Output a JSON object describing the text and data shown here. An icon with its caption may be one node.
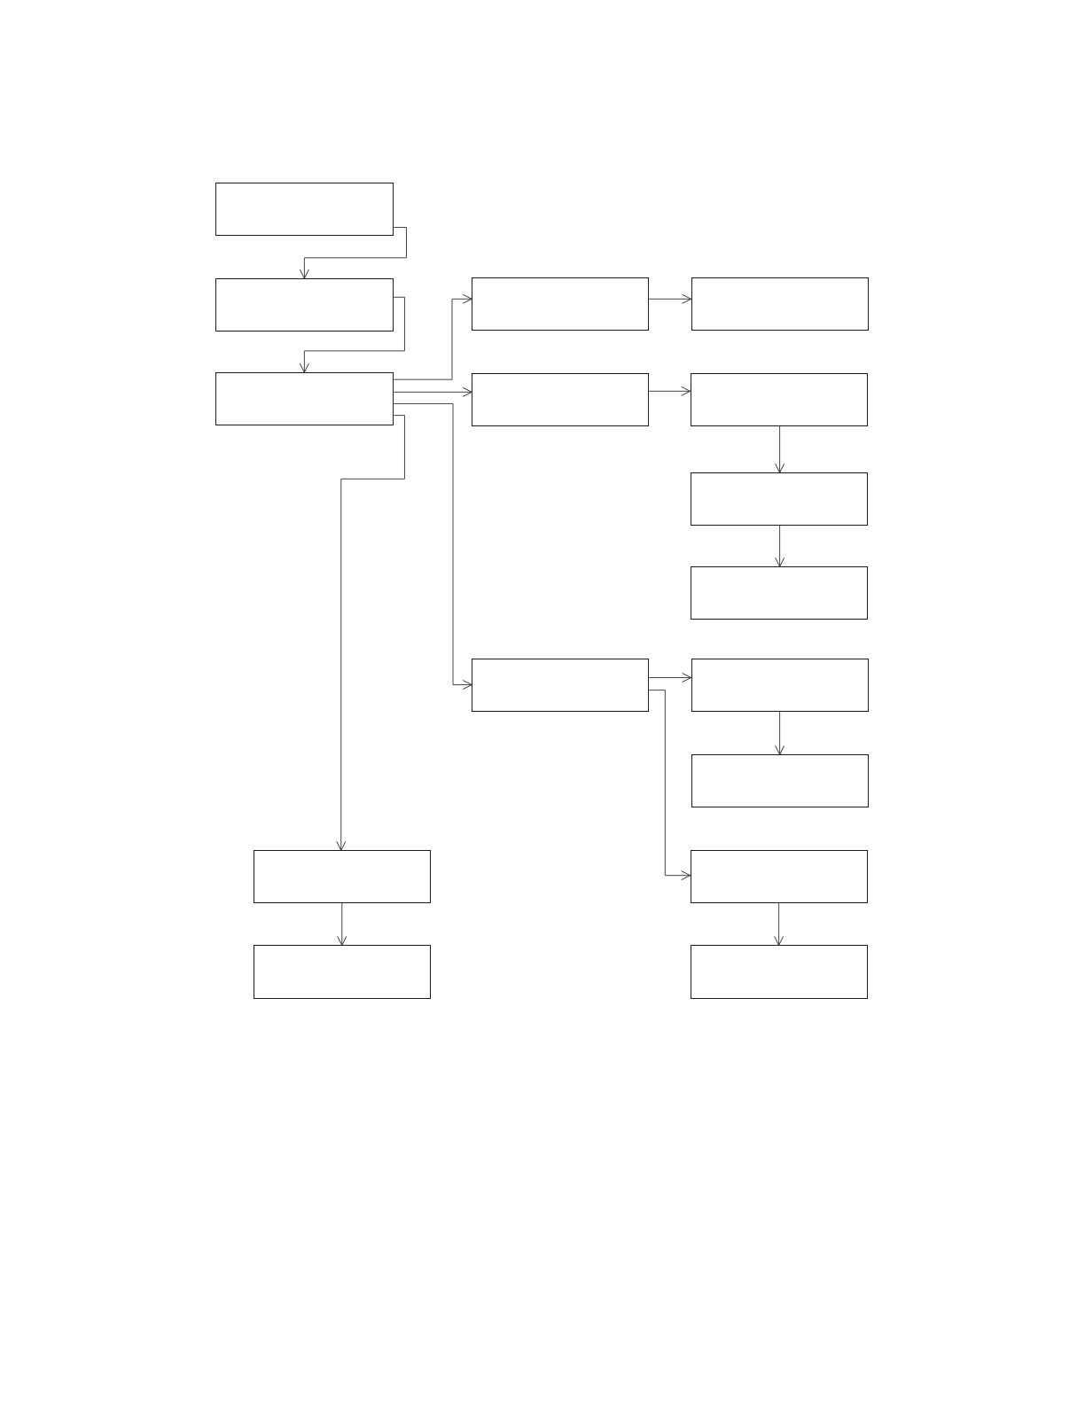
{
  "diagram": {
    "nodes": [
      {
        "text": [],
        "shape": "box"
      },
      {
        "text": [],
        "shape": "box"
      },
      {
        "text": [],
        "shape": "box"
      },
      {
        "text": [],
        "shape": "box"
      },
      {
        "text": [],
        "shape": "box"
      },
      {
        "text": [],
        "shape": "box"
      },
      {
        "text": [],
        "shape": "box"
      },
      {
        "text": [],
        "shape": "box"
      },
      {
        "text": [],
        "shape": "box"
      },
      {
        "text": [],
        "shape": "box"
      },
      {
        "text": [],
        "shape": "box"
      },
      {
        "text": [],
        "shape": "box"
      },
      {
        "text": [],
        "shape": "box"
      },
      {
        "text": [],
        "shape": "box"
      },
      {
        "text": [],
        "shape": "box"
      },
      {
        "text": [],
        "shape": "box"
      }
    ],
    "edges": [
      {
        "from": 0,
        "to": 1,
        "arrow": "to"
      },
      {
        "from": 1,
        "to": 4,
        "arrow": "to"
      },
      {
        "from": 4,
        "to": 2,
        "arrow": "to"
      },
      {
        "from": 4,
        "to": 5,
        "arrow": "to"
      },
      {
        "from": 4,
        "to": 9,
        "arrow": "to"
      },
      {
        "from": 4,
        "to": 12,
        "arrow": "to"
      },
      {
        "from": 2,
        "to": 3,
        "arrow": "to"
      },
      {
        "from": 5,
        "to": 6,
        "arrow": "to"
      },
      {
        "from": 6,
        "to": 7,
        "arrow": "to"
      },
      {
        "from": 7,
        "to": 8,
        "arrow": "to"
      },
      {
        "from": 9,
        "to": 10,
        "arrow": "to"
      },
      {
        "from": 9,
        "to": 13,
        "arrow": "to"
      },
      {
        "from": 10,
        "to": 11,
        "arrow": "to"
      },
      {
        "from": 12,
        "to": 14,
        "arrow": "to"
      },
      {
        "from": 13,
        "to": 15,
        "arrow": "to"
      }
    ]
  }
}
